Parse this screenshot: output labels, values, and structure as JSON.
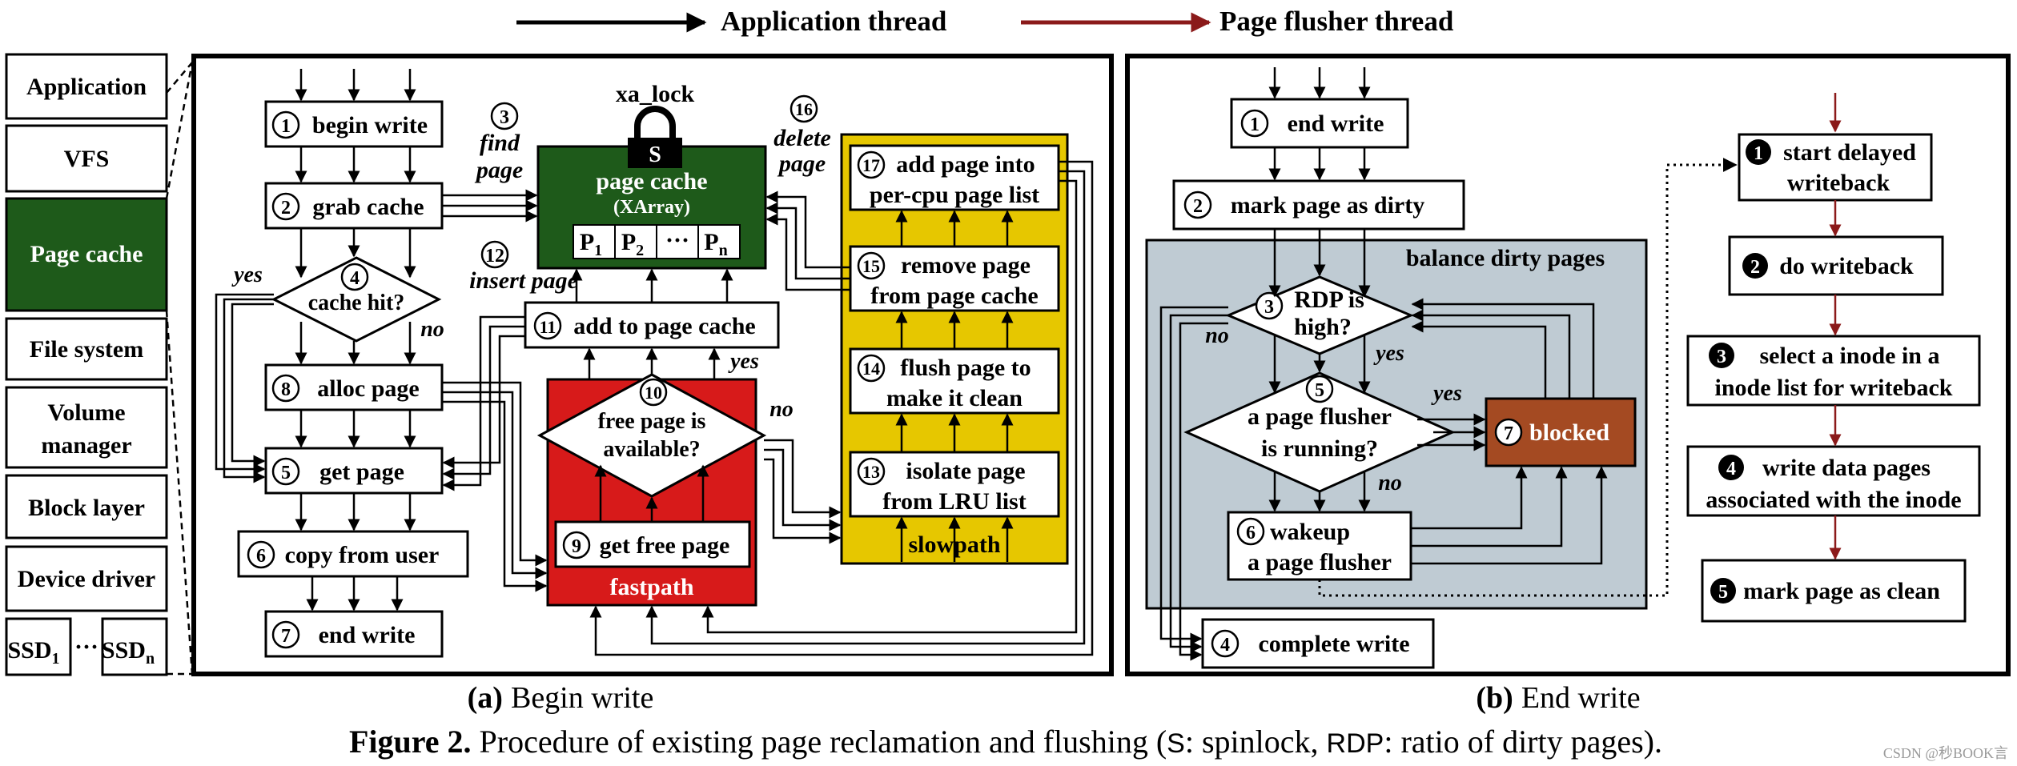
{
  "legend": {
    "app_thread": "Application thread",
    "flusher_thread": "Page flusher thread"
  },
  "stack": [
    "Application",
    "VFS",
    "Page cache",
    "File system",
    "Volume",
    "manager",
    "Block layer",
    "Device driver",
    "SSD",
    "1",
    "···",
    "SSD",
    "n"
  ],
  "panel_a": {
    "caption_prefix": "(a)",
    "caption": "Begin write",
    "xa_lock": "xa_lock",
    "lock_letter": "S",
    "page_cache": "page cache",
    "xarray": "(XArray)",
    "pages": [
      "P",
      "1",
      "P",
      "2",
      "···",
      "P",
      "n"
    ],
    "n": {
      "1": "1",
      "2": "2",
      "3": "3",
      "4": "4",
      "5": "5",
      "6": "6",
      "7": "7",
      "8": "8",
      "9": "9",
      "10": "10",
      "11": "11",
      "12": "12",
      "13": "13",
      "14": "14",
      "15": "15",
      "16": "16",
      "17": "17"
    },
    "begin_write": "begin write",
    "grab_cache": "grab cache",
    "find": "find",
    "page": "page",
    "cache_hit": "cache hit?",
    "yes": "yes",
    "no": "no",
    "alloc_page": "alloc page",
    "get_page": "get page",
    "copy_from_user": "copy from user",
    "end_write": "end write",
    "insert_page": "insert page",
    "add_to_page_cache": "add to page cache",
    "free_page_1": "free page is",
    "free_page_2": "available?",
    "get_free_page": "get free page",
    "fastpath": "fastpath",
    "delete": "delete",
    "add_page_1": "add page into",
    "add_page_2": "per-cpu page list",
    "remove_1": "remove page",
    "remove_2": "from page cache",
    "flush_1": "flush page to",
    "flush_2": "make it clean",
    "isolate_1": "isolate page",
    "isolate_2": "from LRU list",
    "slowpath": "slowpath"
  },
  "panel_b": {
    "caption_prefix": "(b)",
    "caption": "End write",
    "end_write": "end write",
    "mark_dirty": "mark page as dirty",
    "balance": "balance dirty pages",
    "rdp_1": "RDP is",
    "rdp_2": "high?",
    "flusher_1": "a page flusher",
    "flusher_2": "is running?",
    "yes": "yes",
    "no": "no",
    "blocked": "blocked",
    "wakeup_1": "wakeup",
    "wakeup_2": "a page flusher",
    "complete_write": "complete write",
    "f1_1": "start delayed",
    "f1_2": "writeback",
    "f2": "do writeback",
    "f3_1": "select a inode in a",
    "f3_2": "inode list for writeback",
    "f4_1": "write data pages",
    "f4_2": "associated with the inode",
    "f5": "mark page as clean"
  },
  "figure": {
    "label": "Figure 2.",
    "text_1": "Procedure of existing page reclamation and flushing (",
    "s": "S",
    "text_2": ": spinlock, ",
    "rdp": "RDP",
    "text_3": ": ratio of dirty pages)."
  },
  "watermark": "CSDN @秒BOOK言",
  "colors": {
    "app_arrow": "#000000",
    "flusher_arrow": "#8b1a1a",
    "page_cache_green": "#1e5a1a",
    "fastpath_red": "#d71a1a",
    "slowpath_yellow": "#e6c700",
    "balance_gray": "#bfcbd3",
    "blocked_brown": "#a44a22"
  }
}
